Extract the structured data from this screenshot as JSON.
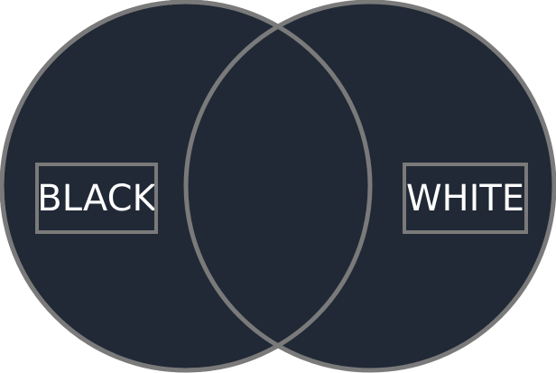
{
  "diagram": {
    "type": "venn",
    "sets": [
      {
        "label": "BLACK"
      },
      {
        "label": "WHITE"
      }
    ],
    "intersection_label": "",
    "colors": {
      "fill": "#212936",
      "outline": "#7a7a7a",
      "text": "#ffffff",
      "background": "#ffffff"
    }
  }
}
